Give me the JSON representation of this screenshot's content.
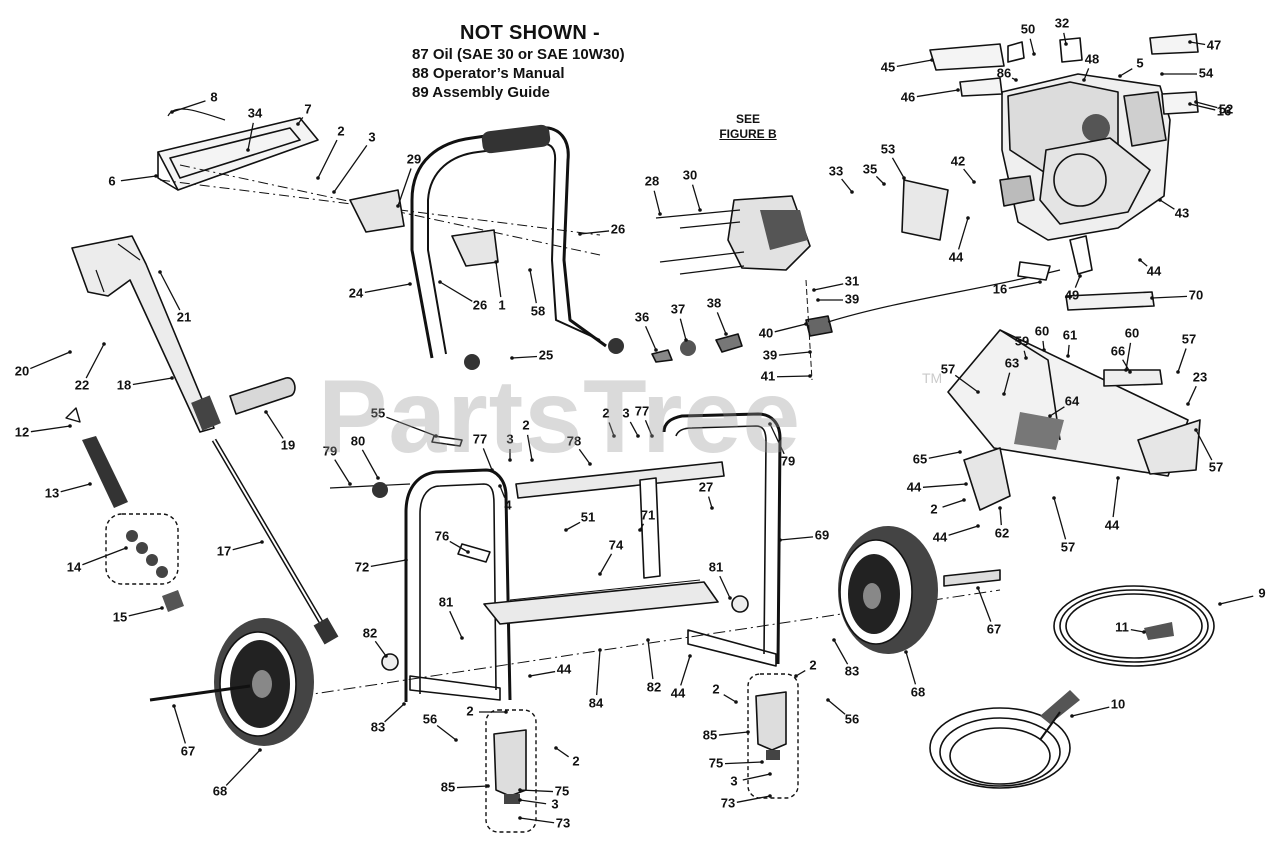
{
  "not_shown": {
    "heading": "NOT SHOWN -",
    "items": [
      "87 Oil (SAE 30 or SAE 10W30)",
      "88 Operator’s Manual",
      "89 Assembly Guide"
    ]
  },
  "see_figure": {
    "line1": "SEE",
    "line2": "FIGURE B"
  },
  "watermark": {
    "text": "PartsTree",
    "mark": "TM"
  },
  "callouts": [
    {
      "n": "8"
    },
    {
      "n": "7"
    },
    {
      "n": "34"
    },
    {
      "n": "6"
    },
    {
      "n": "2"
    },
    {
      "n": "3"
    },
    {
      "n": "29"
    },
    {
      "n": "26"
    },
    {
      "n": "26"
    },
    {
      "n": "1"
    },
    {
      "n": "58"
    },
    {
      "n": "24"
    },
    {
      "n": "25"
    },
    {
      "n": "21"
    },
    {
      "n": "20"
    },
    {
      "n": "22"
    },
    {
      "n": "18"
    },
    {
      "n": "19"
    },
    {
      "n": "12"
    },
    {
      "n": "13"
    },
    {
      "n": "14"
    },
    {
      "n": "15"
    },
    {
      "n": "17"
    },
    {
      "n": "28"
    },
    {
      "n": "30"
    },
    {
      "n": "31"
    },
    {
      "n": "39"
    },
    {
      "n": "40"
    },
    {
      "n": "39"
    },
    {
      "n": "41"
    },
    {
      "n": "36"
    },
    {
      "n": "37"
    },
    {
      "n": "38"
    },
    {
      "n": "33"
    },
    {
      "n": "35"
    },
    {
      "n": "53"
    },
    {
      "n": "42"
    },
    {
      "n": "44"
    },
    {
      "n": "44"
    },
    {
      "n": "16"
    },
    {
      "n": "49"
    },
    {
      "n": "43"
    },
    {
      "n": "50"
    },
    {
      "n": "32"
    },
    {
      "n": "47"
    },
    {
      "n": "45"
    },
    {
      "n": "48"
    },
    {
      "n": "5"
    },
    {
      "n": "54"
    },
    {
      "n": "86"
    },
    {
      "n": "46"
    },
    {
      "n": "52"
    },
    {
      "n": "16"
    },
    {
      "n": "70"
    },
    {
      "n": "59"
    },
    {
      "n": "60"
    },
    {
      "n": "61"
    },
    {
      "n": "60"
    },
    {
      "n": "57"
    },
    {
      "n": "63"
    },
    {
      "n": "66"
    },
    {
      "n": "57"
    },
    {
      "n": "23"
    },
    {
      "n": "64"
    },
    {
      "n": "65"
    },
    {
      "n": "44"
    },
    {
      "n": "2"
    },
    {
      "n": "44"
    },
    {
      "n": "62"
    },
    {
      "n": "57"
    },
    {
      "n": "44"
    },
    {
      "n": "57"
    },
    {
      "n": "55"
    },
    {
      "n": "79"
    },
    {
      "n": "80"
    },
    {
      "n": "77"
    },
    {
      "n": "3"
    },
    {
      "n": "2"
    },
    {
      "n": "78"
    },
    {
      "n": "2"
    },
    {
      "n": "3"
    },
    {
      "n": "77"
    },
    {
      "n": "79"
    },
    {
      "n": "4"
    },
    {
      "n": "27"
    },
    {
      "n": "51"
    },
    {
      "n": "71"
    },
    {
      "n": "69"
    },
    {
      "n": "72"
    },
    {
      "n": "76"
    },
    {
      "n": "74"
    },
    {
      "n": "81"
    },
    {
      "n": "82"
    },
    {
      "n": "81"
    },
    {
      "n": "44"
    },
    {
      "n": "84"
    },
    {
      "n": "82"
    },
    {
      "n": "44"
    },
    {
      "n": "83"
    },
    {
      "n": "83"
    },
    {
      "n": "68"
    },
    {
      "n": "67"
    },
    {
      "n": "67"
    },
    {
      "n": "68"
    },
    {
      "n": "2"
    },
    {
      "n": "56"
    },
    {
      "n": "2"
    },
    {
      "n": "85"
    },
    {
      "n": "75"
    },
    {
      "n": "3"
    },
    {
      "n": "73"
    },
    {
      "n": "2"
    },
    {
      "n": "2"
    },
    {
      "n": "56"
    },
    {
      "n": "85"
    },
    {
      "n": "75"
    },
    {
      "n": "3"
    },
    {
      "n": "73"
    },
    {
      "n": "9"
    },
    {
      "n": "11"
    },
    {
      "n": "10"
    }
  ]
}
